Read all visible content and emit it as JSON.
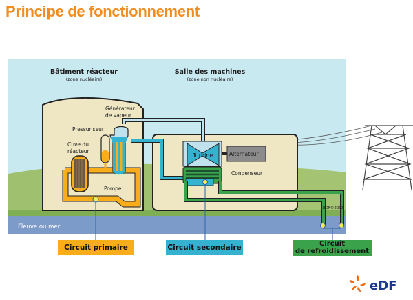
{
  "title": "Principe de fonctionnement",
  "diagram": {
    "reactor_building": {
      "title": "Bâtiment réacteur",
      "subtitle": "(zone nucléaire)",
      "labels": {
        "steam_generator_line1": "Générateur",
        "steam_generator_line2": "de vapeur",
        "pressurizer": "Pressuriseur",
        "vessel_line1": "Cuve du",
        "vessel_line2": "réacteur",
        "pump": "Pompe"
      }
    },
    "machine_hall": {
      "title": "Salle des machines",
      "subtitle": "(zone non nucléaire)",
      "labels": {
        "turbine": "Turbine",
        "alternator": "Alternateur",
        "condenser": "Condenseur"
      }
    },
    "river": "Fleuve ou mer",
    "copyright": "EDF©2003",
    "colors": {
      "primary": "#f9ad1b",
      "secondary": "#36b2d1",
      "cooling": "#3aa24a",
      "sky": "#c9e9f1",
      "ground": "#9fc06e",
      "water": "#7d9bc9",
      "building": "#efe6c4"
    }
  },
  "legend": {
    "primary": "Circuit primaire",
    "secondary": "Circuit secondaire",
    "cooling_line1": "Circuit",
    "cooling_line2": "de refroidissement"
  },
  "logo": {
    "text": "eDF",
    "icon": "edf-spiral-icon"
  }
}
